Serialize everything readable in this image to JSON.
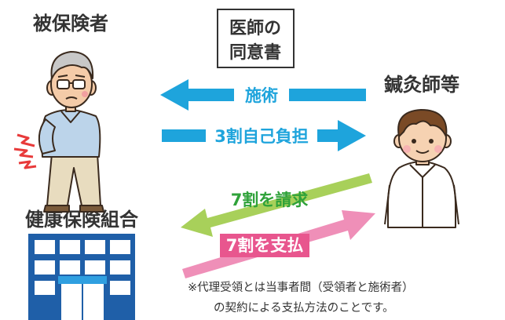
{
  "actors": {
    "insured": "被保険者",
    "practitioner": "鍼灸師等",
    "insurer": "健康保険組合"
  },
  "doctor_box": {
    "line1": "医師の",
    "line2": "同意書"
  },
  "arrows": {
    "treatment": "施術",
    "copay": "3割自己負担",
    "claim": "7割を請求",
    "payment": "7割を支払"
  },
  "note": {
    "line1": "※代理受領とは当事者間（受領者と施術者）",
    "line2": "の契約による支払方法のことです。"
  },
  "colors": {
    "blue_arrow": "#1ea4dc",
    "green_arrow": "#a8d05a",
    "green_text": "#2fa23a",
    "pink_arrow": "#ef8fb8",
    "pink_label_bg": "#e8568e",
    "building": "#1f5fa8",
    "text_dark": "#333333"
  }
}
